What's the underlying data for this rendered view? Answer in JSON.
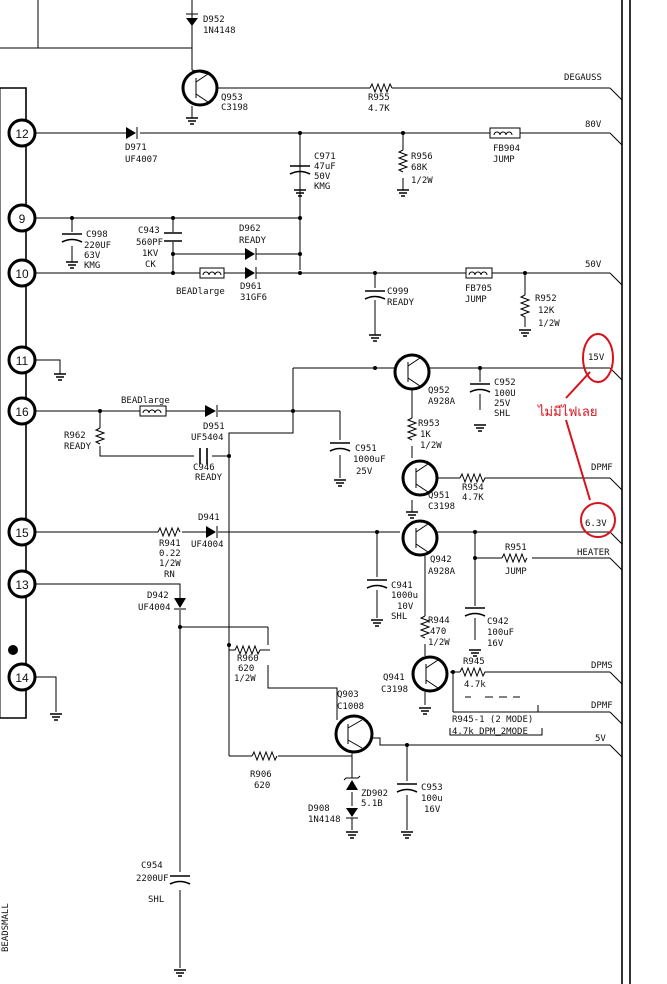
{
  "side_label": "BEADSMALL",
  "rails": {
    "degauss": "DEGAUSS",
    "v80": "80V",
    "v50": "50V",
    "v15": "15V",
    "dpmf1": "DPMF",
    "v63": "6.3V",
    "heater": "HEATER",
    "dpms": "DPMS",
    "dpmf2": "DPMF",
    "v5": "5V"
  },
  "pins": [
    "12",
    "9",
    "10",
    "11",
    "16",
    "15",
    "13",
    "14"
  ],
  "annotation": {
    "note": "ไม่มีไฟเลย",
    "color": "#d8111a"
  },
  "labels": {
    "d952": "D952",
    "d952v": "1N4148",
    "q953": "Q953",
    "q953v": "C3198",
    "r955": "R955",
    "r955v": "4.7K",
    "d971": "D971",
    "d971v": "UF4007",
    "c971": "C971",
    "c971a": "47uF",
    "c971b": "50V",
    "c971c": "KMG",
    "r956": "R956",
    "r956a": "68K",
    "r956b": "1/2W",
    "fb904": "FB904",
    "fb904v": "JUMP",
    "c998": "C998",
    "c998a": "220UF",
    "c998b": "63V",
    "c998c": "KMG",
    "c943": "C943",
    "c943a": "560PF",
    "c943b": "1KV",
    "c943c": "CK",
    "d962": "D962",
    "d962v": "READY",
    "bead1": "BEADlarge",
    "d961": "D961",
    "d961v": "31GF6",
    "c999": "C999",
    "c999v": "READY",
    "fb705": "FB705",
    "fb705v": "JUMP",
    "r952": "R952",
    "r952a": "12K",
    "r952b": "1/2W",
    "q952": "Q952",
    "q952v": "A928A",
    "c952": "C952",
    "c952a": "100U",
    "c952b": "25V",
    "c952c": "SHL",
    "bead2": "BEADlarge",
    "r962": "R962",
    "r962v": "READY",
    "d951": "D951",
    "d951v": "UF5404",
    "r953": "R953",
    "r953a": "1K",
    "r953b": "1/2W",
    "c951": "C951",
    "c951a": "1000uF",
    "c951b": "25V",
    "c946": "C946",
    "c946v": "READY",
    "r954": "R954",
    "r954v": "4.7K",
    "q951": "Q951",
    "q951v": "C3198",
    "d941": "D941",
    "d941v": "UF4004",
    "r941": "R941",
    "r941a": "0.22",
    "r941b": "1/2W",
    "r941c": "RN",
    "q942": "Q942",
    "q942v": "A928A",
    "r951": "R951",
    "r951v": "JUMP",
    "d942": "D942",
    "d942v": "UF4004",
    "c941": "C941",
    "c941a": "1000u",
    "c941b": "10V",
    "c941c": "SHL",
    "r944": "R944",
    "r944a": "470",
    "r944b": "1/2W",
    "c942": "C942",
    "c942a": "100uF",
    "c942b": "16V",
    "r960": "R960",
    "r960a": "620",
    "r960b": "1/2W",
    "r945": "R945",
    "r945v": "4.7k",
    "q941": "Q941",
    "q941v": "C3198",
    "r9451": "R945-1 (2 MODE)",
    "r9451v": "4.7k DPM_2MODE",
    "q903": "Q903",
    "q903v": "C1008",
    "r906": "R906",
    "r906v": "620",
    "zd902": "ZD902",
    "zd902v": "5.1B",
    "c953": "C953",
    "c953a": "100u",
    "c953b": "16V",
    "d908": "D908",
    "d908v": "1N4148",
    "c954": "C954",
    "c954a": "2200UF",
    "c954b": "SHL"
  }
}
